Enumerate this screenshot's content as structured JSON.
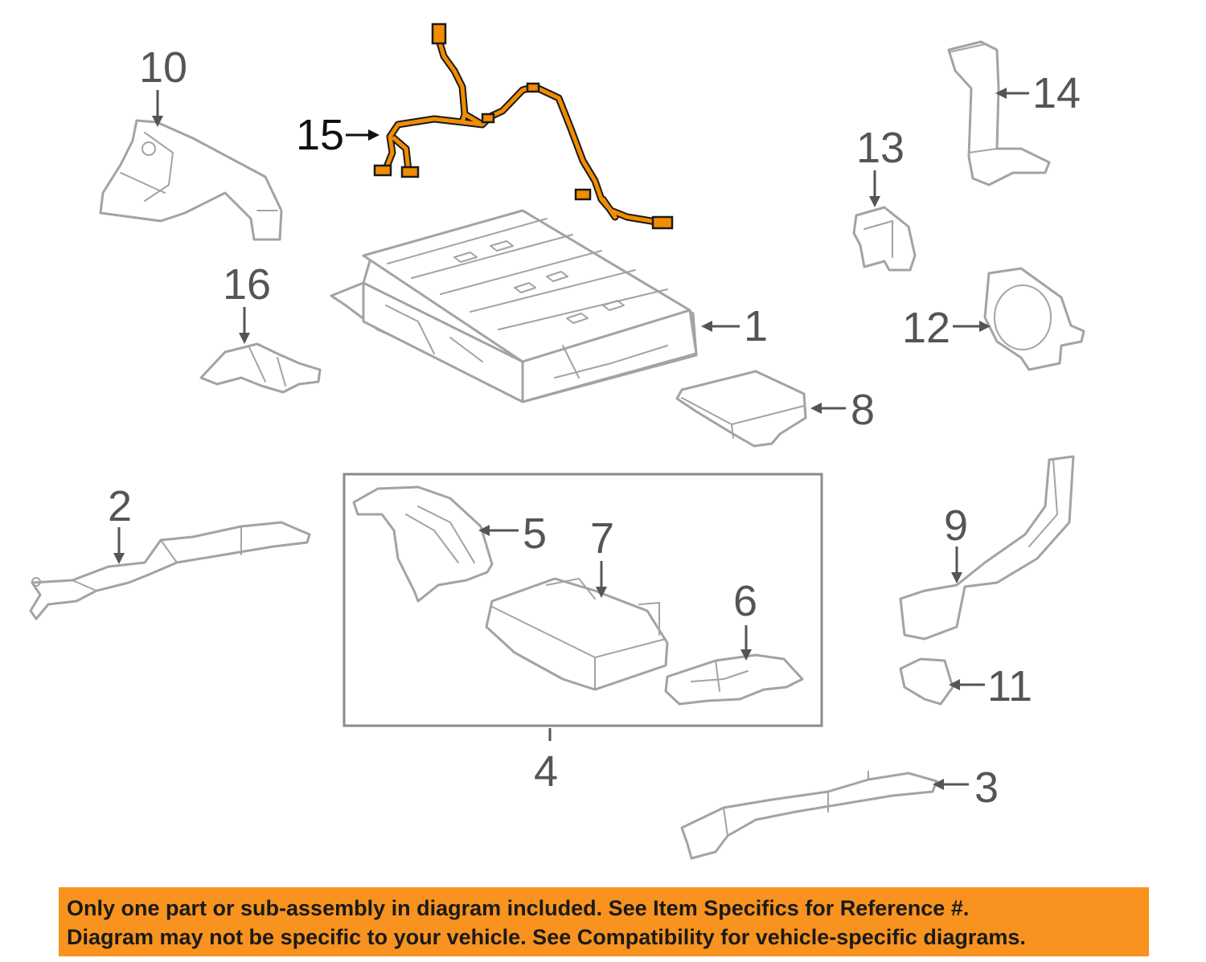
{
  "callouts": [
    {
      "id": "1",
      "label": "1"
    },
    {
      "id": "2",
      "label": "2"
    },
    {
      "id": "3",
      "label": "3"
    },
    {
      "id": "4",
      "label": "4"
    },
    {
      "id": "5",
      "label": "5"
    },
    {
      "id": "6",
      "label": "6"
    },
    {
      "id": "7",
      "label": "7"
    },
    {
      "id": "8",
      "label": "8"
    },
    {
      "id": "9",
      "label": "9"
    },
    {
      "id": "10",
      "label": "10"
    },
    {
      "id": "11",
      "label": "11"
    },
    {
      "id": "12",
      "label": "12"
    },
    {
      "id": "13",
      "label": "13"
    },
    {
      "id": "14",
      "label": "14"
    },
    {
      "id": "15",
      "label": "15",
      "highlighted": true
    },
    {
      "id": "16",
      "label": "16"
    }
  ],
  "colors": {
    "highlight_part": "#f28c00",
    "notice_background": "#f7931e",
    "part_outline": "#a3a3a3",
    "callout_text": "#555555",
    "highlight_callout_text": "#111111"
  },
  "notice": {
    "line1": "Only one part or sub-assembly in diagram included. See Item Specifics for Reference #.",
    "line2": "Diagram may not be specific to your vehicle. See Compatibility for vehicle-specific diagrams."
  }
}
